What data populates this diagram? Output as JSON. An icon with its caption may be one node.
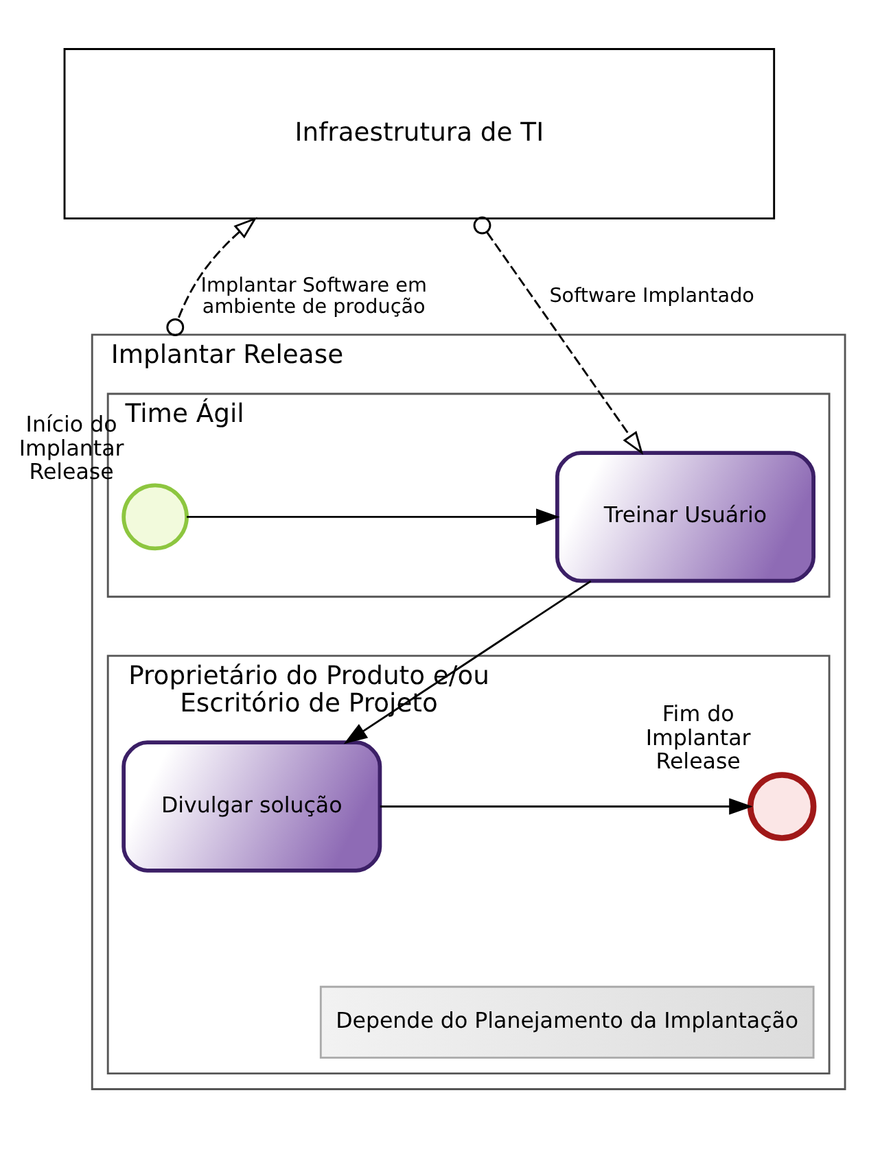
{
  "diagram": {
    "nodes": [
      {
        "text": [
          "Infraestrutura de TI"
        ]
      },
      {
        "text": [
          "Implantar Release"
        ]
      },
      {
        "text": [
          "Time Ágil"
        ],
        "in": 1
      },
      {
        "text": [],
        "shape": "circle",
        "beside": [
          "Início do Implantar Release"
        ],
        "in": 2
      },
      {
        "text": [
          "Treinar Usuário"
        ],
        "in": 2
      },
      {
        "text": [
          "Proprietário do Produto e/ou Escritório de Projeto"
        ],
        "in": 1
      },
      {
        "text": [
          "Divulgar solução"
        ],
        "in": 5
      },
      {
        "text": [],
        "shape": "circle",
        "beside": [
          "Fim do Implantar Release"
        ],
        "in": 5
      },
      {
        "text": [
          "Depende do Planejamento da Implantação"
        ],
        "in": 5
      }
    ],
    "edges": [
      {
        "from": 1,
        "to": 0,
        "arrow": "to",
        "label": "Implantar Software em ambiente de produção",
        "style": "dashed"
      },
      {
        "from": 0,
        "to": 4,
        "arrow": "to",
        "label": "Software Implantado",
        "style": "dashed"
      },
      {
        "from": 3,
        "to": 4,
        "arrow": "to"
      },
      {
        "from": 4,
        "to": 6,
        "arrow": "to"
      },
      {
        "from": 6,
        "to": 7,
        "arrow": "to"
      }
    ]
  }
}
